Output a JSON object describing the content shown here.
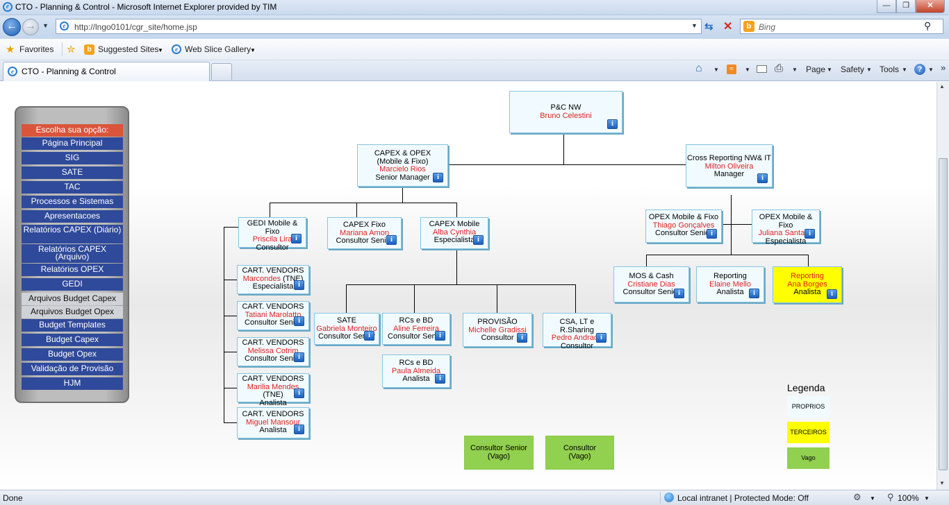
{
  "window": {
    "title": "CTO - Planning & Control - Microsoft Internet Explorer provided by TIM"
  },
  "nav": {
    "url": "http://lngo0101/cgr_site/home.jsp",
    "search_placeholder": "Bing"
  },
  "favorites": {
    "label": "Favorites",
    "suggested": "Suggested Sites",
    "webslice": "Web Slice Gallery"
  },
  "tab": {
    "title": "CTO - Planning & Control"
  },
  "commands": {
    "page": "Page",
    "safety": "Safety",
    "tools": "Tools"
  },
  "status": {
    "left": "Done",
    "zone": "Local intranet | Protected Mode: Off",
    "zoom": "100%"
  },
  "sidebar": {
    "header": "Escolha sua opção:",
    "items": [
      "Página Principal",
      "SIG",
      "SATE",
      "TAC",
      "Processos e Sistemas",
      "Apresentacoes",
      "Relatórios CAPEX (Diário)",
      "Relatórios CAPEX (Arquivo)",
      "Relatórios OPEX",
      "GEDI",
      "Arquivos Budget Capex",
      "Arquivos Budget Opex",
      "Budget Templates",
      "Budget Capex",
      "Budget Opex",
      "Validação de Provisão",
      "HJM"
    ]
  },
  "org": {
    "root": {
      "role": "P&C NW",
      "name": "Bruno Celestini"
    },
    "capex_opex": {
      "role": "CAPEX & OPEX",
      "role2": "(Mobile & Fixo)",
      "name": "Marcielo Rios",
      "title": "Senior Manager"
    },
    "cross": {
      "role": "Cross Reporting NW& IT",
      "name": "Milton Oliveira",
      "title": "Manager"
    },
    "gedi": {
      "role": "GEDI Mobile & Fixo",
      "name": "Priscila Lira",
      "title": "Consultor"
    },
    "capex_fixo": {
      "role": "CAPEX Fixo",
      "name": "Mariana Amon",
      "title": "Consultor Senior"
    },
    "capex_mobile": {
      "role": "CAPEX Mobile",
      "name": "Alba Cynthia",
      "title": "Especialista"
    },
    "opex_mf1": {
      "role": "OPEX Mobile & Fixo",
      "name": "Thiago Gonçalves",
      "title": "Consultor Senior"
    },
    "opex_mf2": {
      "role": "OPEX Mobile & Fixo",
      "name": "Juliana Santana",
      "title": "Especialista"
    },
    "mos": {
      "role": "MOS & Cash",
      "name": "Cristiane Dias",
      "title": "Consultor Senior"
    },
    "rep1": {
      "role": "Reporting",
      "name": "Elaine Mello",
      "title": "Analista"
    },
    "rep2": {
      "role": "Reporting",
      "name": "Ana Borges",
      "title": "Analista"
    },
    "cv1": {
      "role": "CART. VENDORS",
      "name": "Marcondes",
      "suffix": " (TNE)",
      "title": "Especialista"
    },
    "cv2": {
      "role": "CART. VENDORS",
      "name": "Tatiani Marolatto",
      "title": "Consultor Senior"
    },
    "cv3": {
      "role": "CART. VENDORS",
      "name": "Melissa Cotrim",
      "title": "Consultor Senior"
    },
    "cv4": {
      "role": "CART. VENDORS",
      "name": "Marilia Mendes",
      "suffix": " (TNE)",
      "title": "Analista"
    },
    "cv5": {
      "role": "CART. VENDORS",
      "name": "Miguel Mansour",
      "title": "Analista"
    },
    "sate": {
      "role": "SATE",
      "name": "Gabriela Monteiro",
      "title": "Consultor Senior"
    },
    "rcs1": {
      "role": "RCs e BD",
      "name": "Aline Ferreira",
      "title": "Consultor Senior"
    },
    "rcs2": {
      "role": "RCs e BD",
      "name": "Paula Almeida",
      "title": "Analista"
    },
    "provisao": {
      "role": "PROVISÃO",
      "name": "Michelle Gradissi",
      "title": "Consultor"
    },
    "csa": {
      "role": "CSA, LT e R.Sharing",
      "name": "Pedro Andrade",
      "title": "Consultor"
    },
    "vago1": {
      "role": "Consultor Senior",
      "title": "(Vago)"
    },
    "vago2": {
      "role": "Consultor",
      "title": "(Vago)"
    }
  },
  "legend": {
    "title": "Legenda",
    "proprios": "PROPRIOS",
    "terceiros": "TERCEIROS",
    "vago": "Vago"
  },
  "colors": {
    "menu_blue": "#2f4a9a",
    "menu_header": "#d9553b",
    "name_red": "#e02020",
    "terceiros": "#ffff00",
    "vago": "#92d050",
    "proprios": "#f1fbff"
  }
}
